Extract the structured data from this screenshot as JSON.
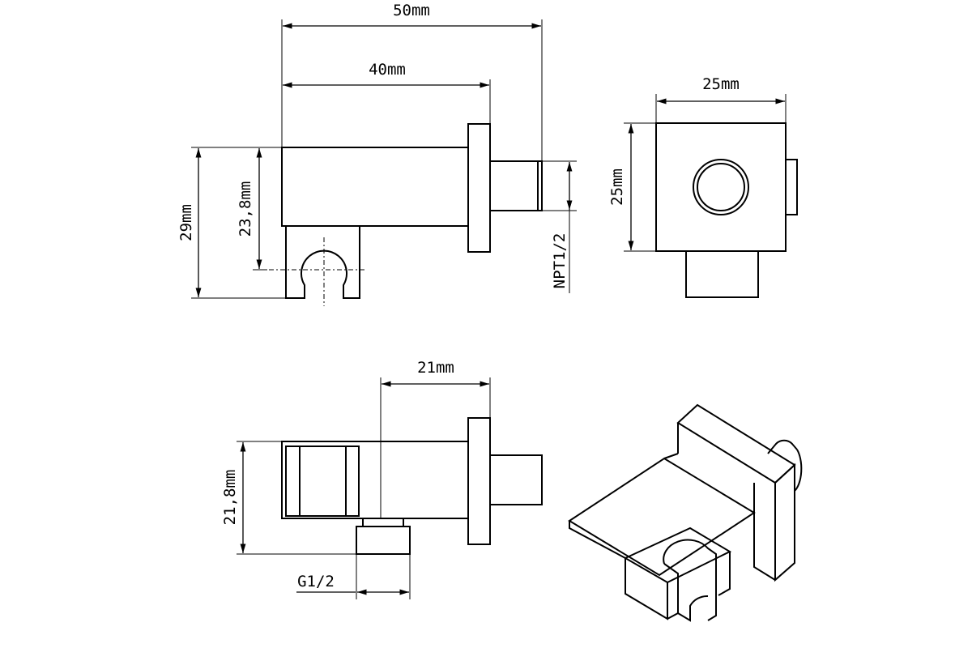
{
  "diagram": {
    "dimension_labels": {
      "width_50": "50mm",
      "width_40": "40mm",
      "height_29": "29mm",
      "height_23_8": "23,8mm",
      "thread_npt": "NPT1/2",
      "side_width_25": "25mm",
      "side_height_25": "25mm",
      "offset_21": "21mm",
      "height_21_8": "21,8mm",
      "thread_g": "G1/2"
    }
  }
}
